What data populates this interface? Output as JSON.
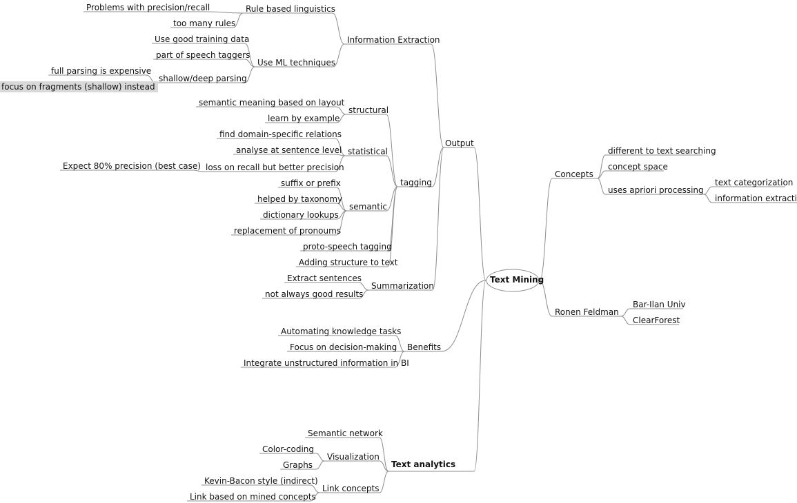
{
  "map": {
    "center": "Text Mining",
    "nodes": {
      "output": "Output",
      "info_extraction": "Information Extraction",
      "rule_based": "Rule based linguistics",
      "problems_precision": "Problems with precision/recall",
      "too_many_rules": "too many rules",
      "use_ml": "Use ML techniques",
      "good_training": "Use good training data",
      "pos_taggers": "part of speech taggers",
      "shallow_deep": "shallow/deep parsing",
      "full_parsing": "full parsing is expensive",
      "focus_fragments": "focus on fragments (shallow) instead",
      "tagging": "tagging",
      "structural": "structural",
      "semantic_layout": "semantic meaning based on layout",
      "learn_example": "learn by example",
      "statistical": "statistical",
      "domain_relations": "find domain-specific relations",
      "sentence_level": "analyse at sentence level",
      "loss_recall": "loss on recall but better precision",
      "expect_80": "Expect 80% precision (best case)",
      "semantic": "semantic",
      "suffix_prefix": "suffix or prefix",
      "taxonomy": "helped by taxonomy",
      "dictionary": "dictionary lookups",
      "pronouns": "replacement of pronoums",
      "proto_speech": "proto-speech tagging",
      "adding_structure": "Adding structure to text",
      "summarization": "Summarization",
      "extract_sentences": "Extract sentences",
      "not_good": "not always good results",
      "benefits": "Benefits",
      "automating": "Automating knowledge tasks",
      "decision_making": "Focus on decision-making",
      "integrate_bi": "Integrate unstructured information in BI",
      "text_analytics": "Text analytics",
      "semantic_network": "Semantic network",
      "visualization": "Visualization",
      "color_coding": "Color-coding",
      "graphs": "Graphs",
      "link_concepts": "Link concepts",
      "kevin_bacon": "Kevin-Bacon style (indirect)",
      "link_mined": "Link based on mined concepts",
      "concepts": "Concepts",
      "diff_searching": "different to text searching",
      "concept_space": "concept space",
      "apriori": "uses apriori processing",
      "text_categorization": "text categorization",
      "information_extraction": "information extraction",
      "ronen": "Ronen Feldman",
      "bar_ilan": "Bar-Ilan Univ",
      "clearforest": "ClearForest"
    }
  },
  "colors": {
    "line": "#8c8c8c",
    "highlight": "#d9d9d9",
    "text": "#111111"
  }
}
